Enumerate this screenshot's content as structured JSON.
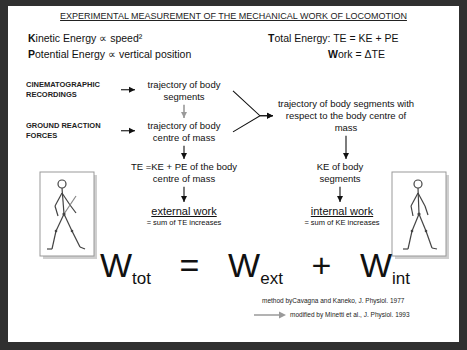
{
  "diagram": {
    "title": "EXPERIMENTAL MEASUREMENT OF THE MECHANICAL WORK OF LOCOMOTION",
    "nodes": [
      {
        "text": [
          "CINEMATOGRAPHIC RECORDINGS"
        ]
      },
      {
        "text": [
          "trajectory of body segments"
        ]
      },
      {
        "text": [
          "GROUND REACTION FORCES"
        ]
      },
      {
        "text": [
          "trajectory of body centre of mass"
        ]
      },
      {
        "text": [
          "trajectory of body segments with respect to the body centre of mass"
        ]
      },
      {
        "text": [
          "TE =KE + PE of the body centre of mass"
        ]
      },
      {
        "text": [
          "KE of body segments"
        ]
      },
      {
        "text": [
          "external work",
          "= sum of TE increases"
        ]
      },
      {
        "text": [
          "internal work",
          "= sum of KE increases"
        ]
      }
    ],
    "edges": [
      {
        "from": 0,
        "to": 1,
        "arrow": "to"
      },
      {
        "from": 2,
        "to": 3,
        "arrow": "to"
      },
      {
        "from": 1,
        "to": 3,
        "arrow": "to"
      },
      {
        "from": 1,
        "to": 4,
        "arrow": "to"
      },
      {
        "from": 3,
        "to": 4,
        "arrow": "to"
      },
      {
        "from": 3,
        "to": 5,
        "arrow": "to"
      },
      {
        "from": 4,
        "to": 6,
        "arrow": "to"
      },
      {
        "from": 5,
        "to": 7,
        "arrow": "to"
      },
      {
        "from": 6,
        "to": 8,
        "arrow": "to"
      }
    ],
    "labels": [
      "Kinetic Energy ∝ speed²",
      "Potential Energy ∝ vertical position",
      "Total Energy: TE = KE + PE",
      "Work = ΔTE",
      "W",
      "tot",
      "=",
      "W",
      "ext",
      "+",
      "W",
      "int",
      "method byCavagna and Kaneko, J. Physiol. 1977",
      "modified by Minetti et al., J. Physiol. 1993"
    ]
  }
}
